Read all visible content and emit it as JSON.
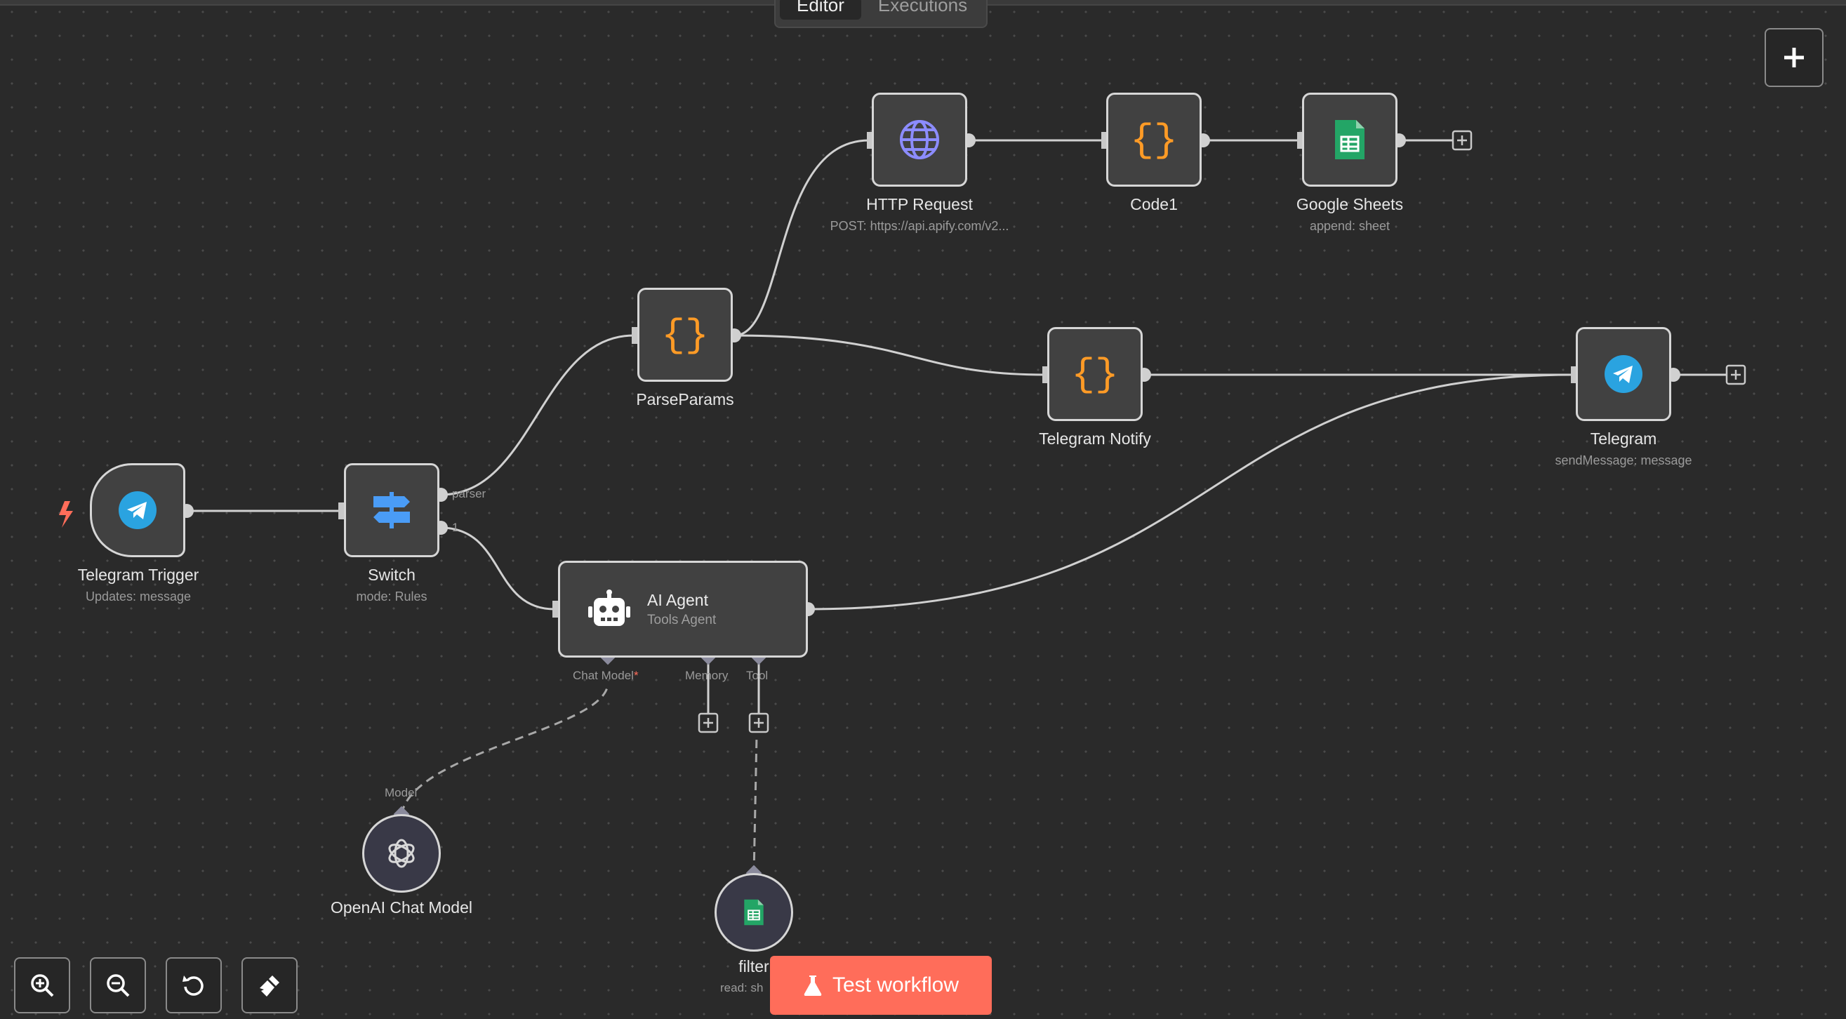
{
  "tabs": {
    "editor": "Editor",
    "executions": "Executions"
  },
  "nodes": {
    "telegram_trigger": {
      "name": "Telegram Trigger",
      "sub": "Updates: message"
    },
    "switch": {
      "name": "Switch",
      "sub": "mode: Rules",
      "output_parser": "parser",
      "output_1": "1"
    },
    "parse_params": {
      "name": "ParseParams"
    },
    "http_request": {
      "name": "HTTP Request",
      "sub": "POST: https://api.apify.com/v2..."
    },
    "code1": {
      "name": "Code1"
    },
    "google_sheets": {
      "name": "Google Sheets",
      "sub": "append: sheet"
    },
    "telegram_notify": {
      "name": "Telegram Notify"
    },
    "telegram": {
      "name": "Telegram",
      "sub": "sendMessage: message"
    },
    "ai_agent": {
      "name": "AI Agent",
      "sub": "Tools Agent",
      "chat_model": "Chat Model",
      "required_mark": "*",
      "memory": "Memory",
      "tool": "Tool"
    },
    "openai_chat_model": {
      "name": "OpenAI Chat Model",
      "port": "Model"
    },
    "filter": {
      "name": "filter",
      "sub": "read: sh"
    }
  },
  "buttons": {
    "test_workflow": "Test workflow"
  },
  "colors": {
    "accent": "#ff6d5a",
    "code_icon": "#ff9b26",
    "http_icon": "#8c8cff",
    "sheets_icon": "#23a566",
    "telegram_icon": "#2aa3e0",
    "switch_icon": "#4a9cf6",
    "edge": "#d0d0d0"
  }
}
